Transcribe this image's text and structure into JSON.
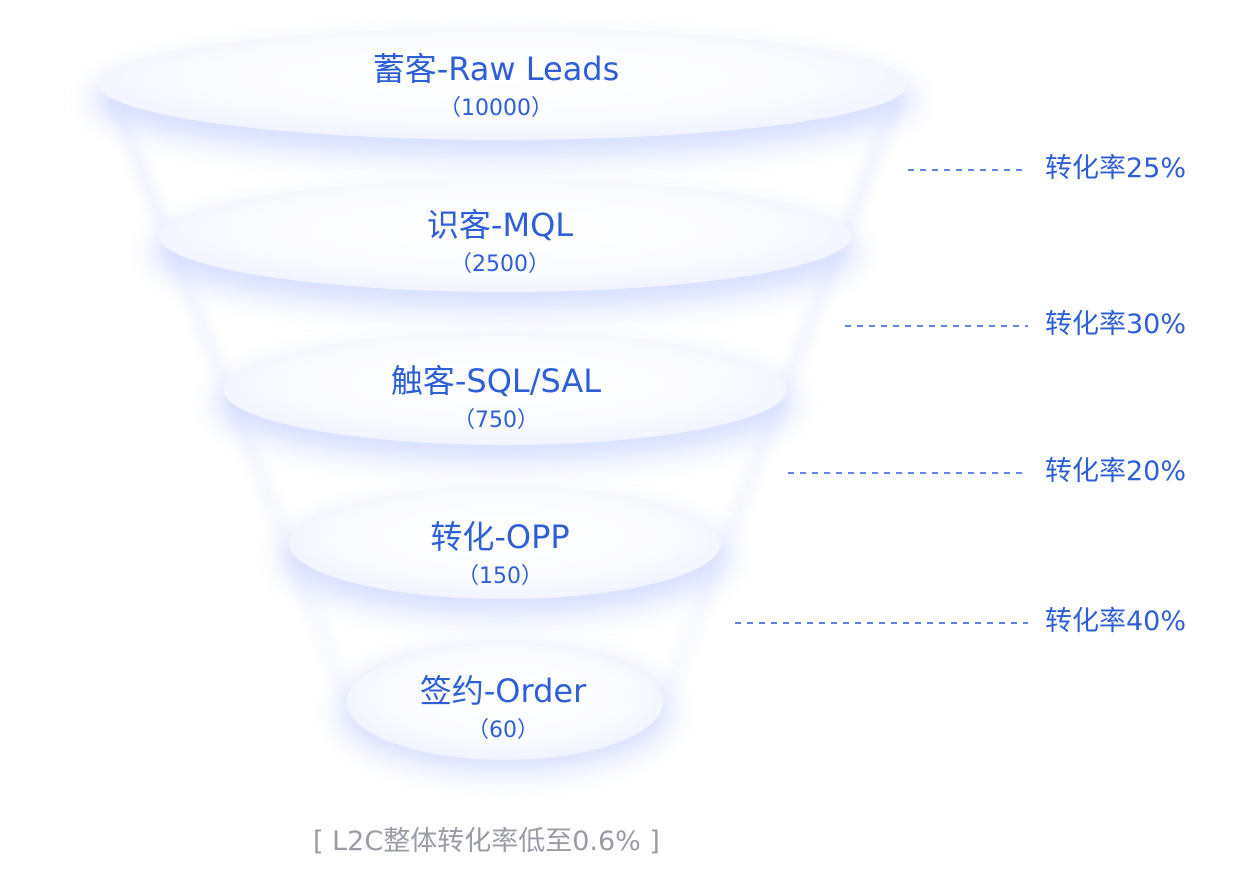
{
  "colors": {
    "accent": "#2f5fd6",
    "glow": "#c9d4ff",
    "footer_text": "#9a9ca6"
  },
  "stages": [
    {
      "name": "蓄客-Raw Leads",
      "count": "（10000）"
    },
    {
      "name": "识客-MQL",
      "count": "（2500）"
    },
    {
      "name": "触客-SQL/SAL",
      "count": "（750）"
    },
    {
      "name": "转化-OPP",
      "count": "（150）"
    },
    {
      "name": "签约-Order",
      "count": "（60）"
    }
  ],
  "conversion_rates": [
    {
      "label": "转化率25%"
    },
    {
      "label": "转化率30%"
    },
    {
      "label": "转化率20%"
    },
    {
      "label": "转化率40%"
    }
  ],
  "footer": {
    "summary": "[ L2C整体转化率低至0.6% ]"
  }
}
